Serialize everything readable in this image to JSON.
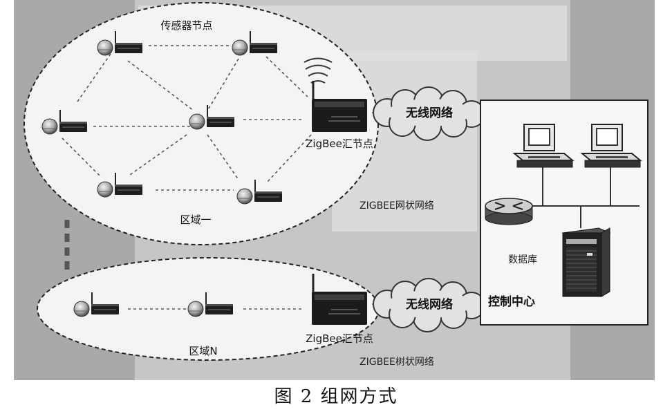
{
  "diagram": {
    "region1": {
      "header": "传感器节点",
      "label": "区域一",
      "sink_label": "ZigBee汇节点",
      "network_label": "ZIGBEE网状网络",
      "cloud_label": "无线网络"
    },
    "regionN": {
      "label": "区域N",
      "sink_label": "ZigBee汇节点",
      "network_label": "ZIGBEE树状网络",
      "cloud_label": "无线网络"
    },
    "control_center": {
      "title": "控制中心",
      "database_label": "数据库"
    }
  },
  "caption": "图 2  组网方式",
  "colors": {
    "background": "#a9a9a9",
    "panel": "#dcdcdc",
    "ellipse_fill": "#f4f4f4",
    "cloud_fill": "#e2e2e2",
    "line": "#555555",
    "device": "#1e1e1e"
  }
}
